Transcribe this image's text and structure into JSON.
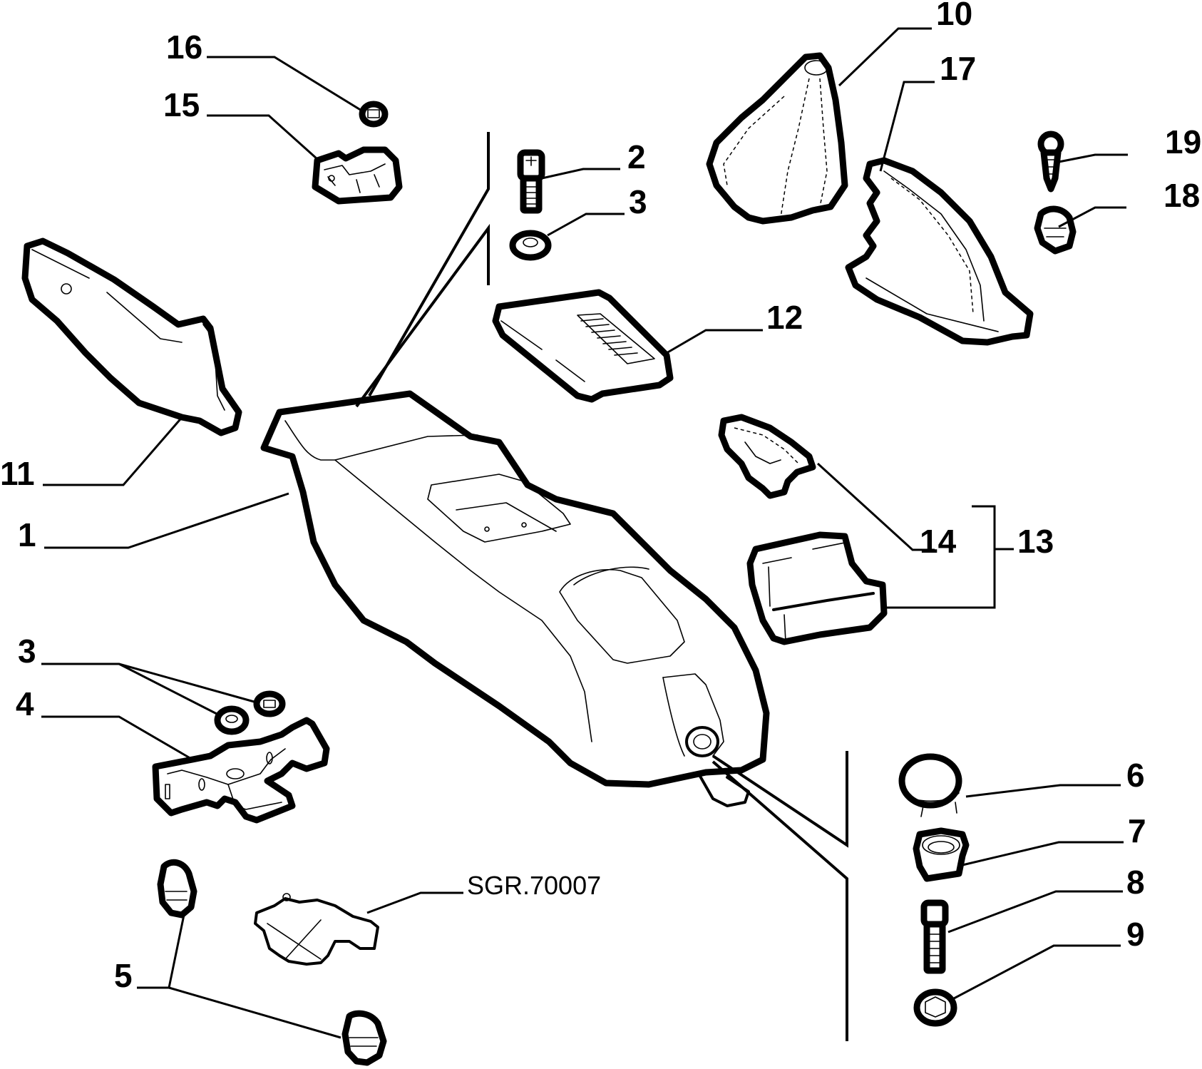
{
  "diagram": {
    "type": "exploded-parts-diagram",
    "subject": "center console assembly",
    "reference_label": "SGR.70007",
    "callouts": [
      {
        "id": "1",
        "label": "1",
        "part": "center console body"
      },
      {
        "id": "2",
        "label": "2",
        "part": "bolt"
      },
      {
        "id": "3a",
        "label": "3",
        "part": "washer (top)"
      },
      {
        "id": "3b",
        "label": "3",
        "part": "nuts (bracket)"
      },
      {
        "id": "4",
        "label": "4",
        "part": "mounting bracket"
      },
      {
        "id": "5",
        "label": "5",
        "part": "clips (pair)"
      },
      {
        "id": "6",
        "label": "6",
        "part": "cap"
      },
      {
        "id": "7",
        "label": "7",
        "part": "grommet"
      },
      {
        "id": "8",
        "label": "8",
        "part": "bolt"
      },
      {
        "id": "9",
        "label": "9",
        "part": "nut"
      },
      {
        "id": "10",
        "label": "10",
        "part": "gear lever boot"
      },
      {
        "id": "11",
        "label": "11",
        "part": "side trim panel"
      },
      {
        "id": "12",
        "label": "12",
        "part": "storage lid / tray"
      },
      {
        "id": "13",
        "label": "13",
        "part": "armrest assembly"
      },
      {
        "id": "14",
        "label": "14",
        "part": "armrest hinge pad"
      },
      {
        "id": "15",
        "label": "15",
        "part": "retainer clip bracket"
      },
      {
        "id": "16",
        "label": "16",
        "part": "nut"
      },
      {
        "id": "17",
        "label": "17",
        "part": "handbrake lever boot"
      },
      {
        "id": "18",
        "label": "18",
        "part": "clip"
      },
      {
        "id": "19",
        "label": "19",
        "part": "self-tapping screw"
      }
    ]
  }
}
